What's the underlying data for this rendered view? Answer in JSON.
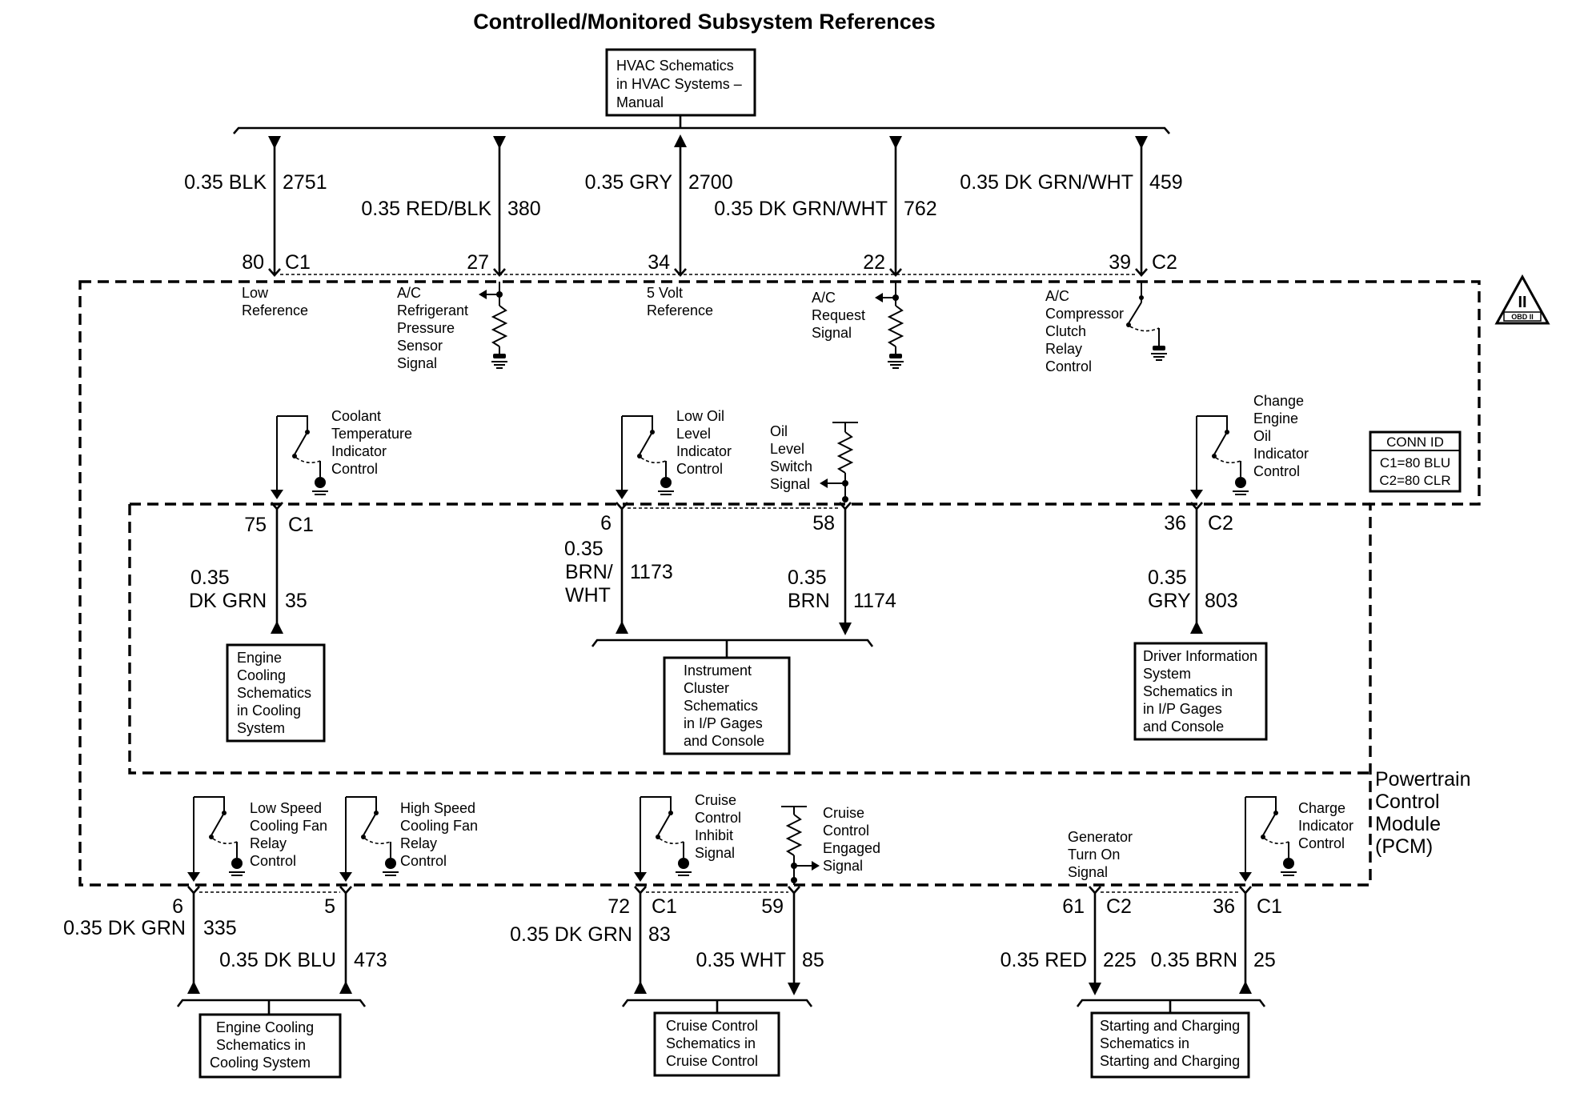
{
  "title": "Controlled/Monitored Subsystem References",
  "module": {
    "name_lines": [
      "Powertrain",
      "Control",
      "Module",
      "(PCM)"
    ],
    "conn_id": {
      "header": "CONN ID",
      "lines": [
        "C1=80 BLU",
        "C2=80 CLR"
      ]
    },
    "obd_badge": {
      "symbol": "II",
      "text": "OBD II"
    }
  },
  "top": {
    "hvac_box_lines": [
      "HVAC Schematics",
      "in HVAC Systems –",
      "Manual"
    ],
    "circuits": [
      {
        "wire": "0.35 BLK",
        "circuit": "2751",
        "pin": "80",
        "conn": "C1",
        "function_lines": [
          "Low",
          "Reference"
        ]
      },
      {
        "wire": "0.35 RED/BLK",
        "circuit": "380",
        "pin": "27",
        "conn": "",
        "function_lines": [
          "A/C",
          "Refrigerant",
          "Pressure",
          "Sensor",
          "Signal"
        ]
      },
      {
        "wire": "0.35 GRY",
        "circuit": "2700",
        "pin": "34",
        "conn": "",
        "function_lines": [
          "5 Volt",
          "Reference"
        ]
      },
      {
        "wire": "0.35 DK GRN/WHT",
        "circuit": "762",
        "pin": "22",
        "conn": "",
        "function_lines": [
          "A/C",
          "Request",
          "Signal"
        ]
      },
      {
        "wire": "0.35 DK GRN/WHT",
        "circuit": "459",
        "pin": "39",
        "conn": "C2",
        "function_lines": [
          "A/C",
          "Compressor",
          "Clutch",
          "Relay",
          "Control"
        ]
      }
    ]
  },
  "middle": {
    "circuits": [
      {
        "function_lines": [
          "Coolant",
          "Temperature",
          "Indicator",
          "Control"
        ],
        "pin": "75",
        "conn": "C1",
        "wire_lines": [
          "0.35",
          "DK GRN"
        ],
        "circuit": "35"
      },
      {
        "function_lines": [
          "Low Oil",
          "Level",
          "Indicator",
          "Control"
        ],
        "pin": "6",
        "conn": "",
        "wire_lines": [
          "0.35",
          "BRN/",
          "WHT"
        ],
        "circuit": "1173"
      },
      {
        "function_lines": [
          "Oil",
          "Level",
          "Switch",
          "Signal"
        ],
        "pin": "58",
        "conn": "",
        "wire_lines": [
          "0.35",
          "BRN"
        ],
        "circuit": "1174"
      },
      {
        "function_lines": [
          "Change",
          "Engine",
          "Oil",
          "Indicator",
          "Control"
        ],
        "pin": "36",
        "conn": "C2",
        "wire_lines": [
          "0.35",
          "GRY"
        ],
        "circuit": "803"
      }
    ],
    "boxes": [
      {
        "lines": [
          "Engine",
          "Cooling",
          "Schematics",
          "in Cooling",
          "System"
        ]
      },
      {
        "lines": [
          "Instrument",
          "Cluster",
          "Schematics",
          "in I/P Gages",
          "and Console"
        ]
      },
      {
        "lines": [
          "Driver Information",
          "System",
          "Schematics in",
          "in I/P Gages",
          "and Console"
        ]
      }
    ]
  },
  "bottom": {
    "circuits": [
      {
        "function_lines": [
          "Low Speed",
          "Cooling Fan",
          "Relay",
          "Control"
        ],
        "pin": "6",
        "conn": "",
        "wire": "0.35 DK GRN",
        "circuit": "335"
      },
      {
        "function_lines": [
          "High Speed",
          "Cooling Fan",
          "Relay",
          "Control"
        ],
        "pin": "5",
        "conn": "",
        "wire": "0.35 DK BLU",
        "circuit": "473"
      },
      {
        "function_lines": [
          "Cruise",
          "Control",
          "Inhibit",
          "Signal"
        ],
        "pin": "72",
        "conn": "C1",
        "wire": "0.35 DK GRN",
        "circuit": "83"
      },
      {
        "function_lines": [
          "Cruise",
          "Control",
          "Engaged",
          "Signal"
        ],
        "pin": "59",
        "conn": "",
        "wire": "0.35 WHT",
        "circuit": "85"
      },
      {
        "function_lines": [
          "Generator",
          "Turn On",
          "Signal"
        ],
        "pin": "61",
        "conn": "C2",
        "wire": "0.35 RED",
        "circuit": "225"
      },
      {
        "function_lines": [
          "Charge",
          "Indicator",
          "Control"
        ],
        "pin": "36",
        "conn": "C1",
        "wire": "0.35 BRN",
        "circuit": "25"
      }
    ],
    "boxes": [
      {
        "lines": [
          "Engine Cooling",
          "Schematics in",
          "Cooling System"
        ]
      },
      {
        "lines": [
          "Cruise Control",
          "Schematics in",
          "Cruise Control"
        ]
      },
      {
        "lines": [
          "Starting and Charging",
          "Schematics in",
          "Starting and Charging"
        ]
      }
    ]
  }
}
